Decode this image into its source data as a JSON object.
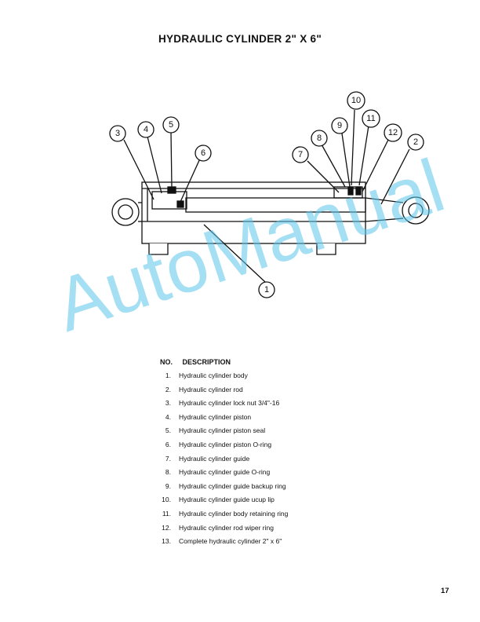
{
  "page": {
    "title": "HYDRAULIC CYLINDER 2\" X 6\"",
    "watermark": "AutoManual",
    "page_number": "17"
  },
  "callouts": [
    "1",
    "2",
    "3",
    "4",
    "5",
    "6",
    "7",
    "8",
    "9",
    "10",
    "11",
    "12"
  ],
  "parts_list": {
    "header_no": "NO.",
    "header_description": "DESCRIPTION",
    "items": [
      {
        "no": "1.",
        "description": "Hydraulic cylinder body"
      },
      {
        "no": "2.",
        "description": "Hydraulic cylinder rod"
      },
      {
        "no": "3.",
        "description": "Hydraulic cylinder lock nut 3/4\"-16"
      },
      {
        "no": "4.",
        "description": "Hydraulic cylinder piston"
      },
      {
        "no": "5.",
        "description": "Hydraulic cylinder piston seal"
      },
      {
        "no": "6.",
        "description": "Hydraulic cylinder piston O-ring"
      },
      {
        "no": "7.",
        "description": "Hydraulic cylinder guide"
      },
      {
        "no": "8.",
        "description": "Hydraulic cylinder guide O-ring"
      },
      {
        "no": "9.",
        "description": "Hydraulic cylinder guide backup ring"
      },
      {
        "no": "10.",
        "description": "Hydraulic cylinder guide ucup lip"
      },
      {
        "no": "11.",
        "description": "Hydraulic cylinder body retaining ring"
      },
      {
        "no": "12.",
        "description": "Hydraulic cylinder rod wiper ring"
      },
      {
        "no": "13.",
        "description": "Complete hydraulic cylinder 2\" x 6\""
      }
    ]
  }
}
